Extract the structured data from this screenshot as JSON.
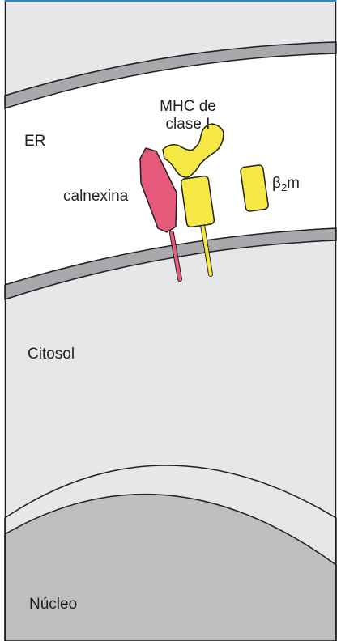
{
  "labels": {
    "er": "ER",
    "calnexina": "calnexina",
    "mhc_line1": "MHC de",
    "mhc_line2": "clase I",
    "beta_symbol": "β",
    "beta_subscript": "2",
    "beta_suffix": "m",
    "citosol": "Citosol",
    "nucleo": "Núcleo"
  },
  "colors": {
    "frame": "#1f8fc7",
    "cytosol": "#e6e7e8",
    "er_lumen": "#ffffff",
    "membrane": "#a7a9ac",
    "membrane_edge": "#231f20",
    "nucleus": "#bcbec0",
    "calnexin": "#e55a7b",
    "mhc": "#f5e845",
    "outline": "#231f20"
  }
}
